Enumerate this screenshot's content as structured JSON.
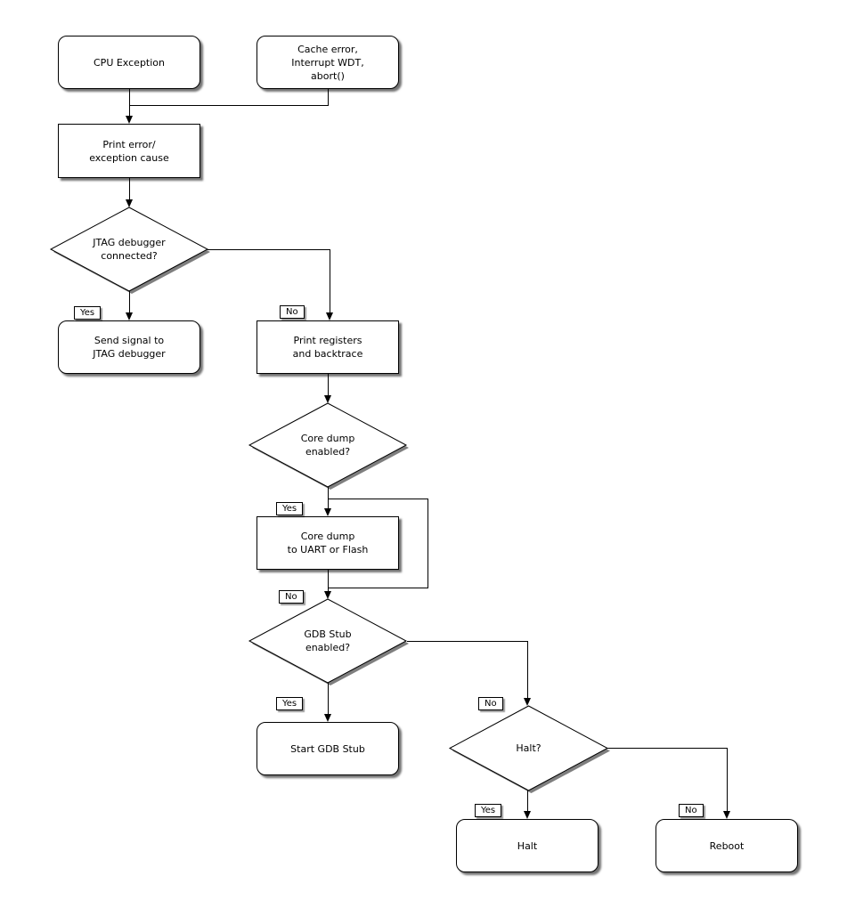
{
  "colors": {
    "stroke": "#000000",
    "fill": "#ffffff",
    "background": "#ffffff",
    "shadow": "rgba(0,0,0,0.55)",
    "shadow_light": "rgba(0,0,0,0.4)"
  },
  "nodes": {
    "cpu_exception": {
      "type": "terminal",
      "label": "CPU Exception"
    },
    "cache_error": {
      "type": "terminal",
      "label": "Cache error,\nInterrupt WDT,\nabort()"
    },
    "print_error": {
      "type": "process",
      "label": "Print error/\nexception cause"
    },
    "jtag_connected": {
      "type": "decision",
      "label": "JTAG debugger\nconnected?"
    },
    "send_signal": {
      "type": "terminal",
      "label": "Send signal to\nJTAG debugger"
    },
    "print_registers": {
      "type": "process",
      "label": "Print registers\nand backtrace"
    },
    "core_dump_enabled": {
      "type": "decision",
      "label": "Core dump\nenabled?"
    },
    "core_dump": {
      "type": "process",
      "label": "Core dump\nto UART or Flash"
    },
    "gdb_stub_enabled": {
      "type": "decision",
      "label": "GDB Stub\nenabled?"
    },
    "start_gdb_stub": {
      "type": "terminal",
      "label": "Start GDB Stub"
    },
    "halt_question": {
      "type": "decision",
      "label": "Halt?"
    },
    "halt": {
      "type": "terminal",
      "label": "Halt"
    },
    "reboot": {
      "type": "terminal",
      "label": "Reboot"
    }
  },
  "edge_labels": {
    "jtag_yes": "Yes",
    "jtag_no": "No",
    "coredump_yes": "Yes",
    "coredump_no": "No",
    "gdb_yes": "Yes",
    "gdb_no": "No",
    "halt_yes": "Yes",
    "halt_no": "No"
  }
}
